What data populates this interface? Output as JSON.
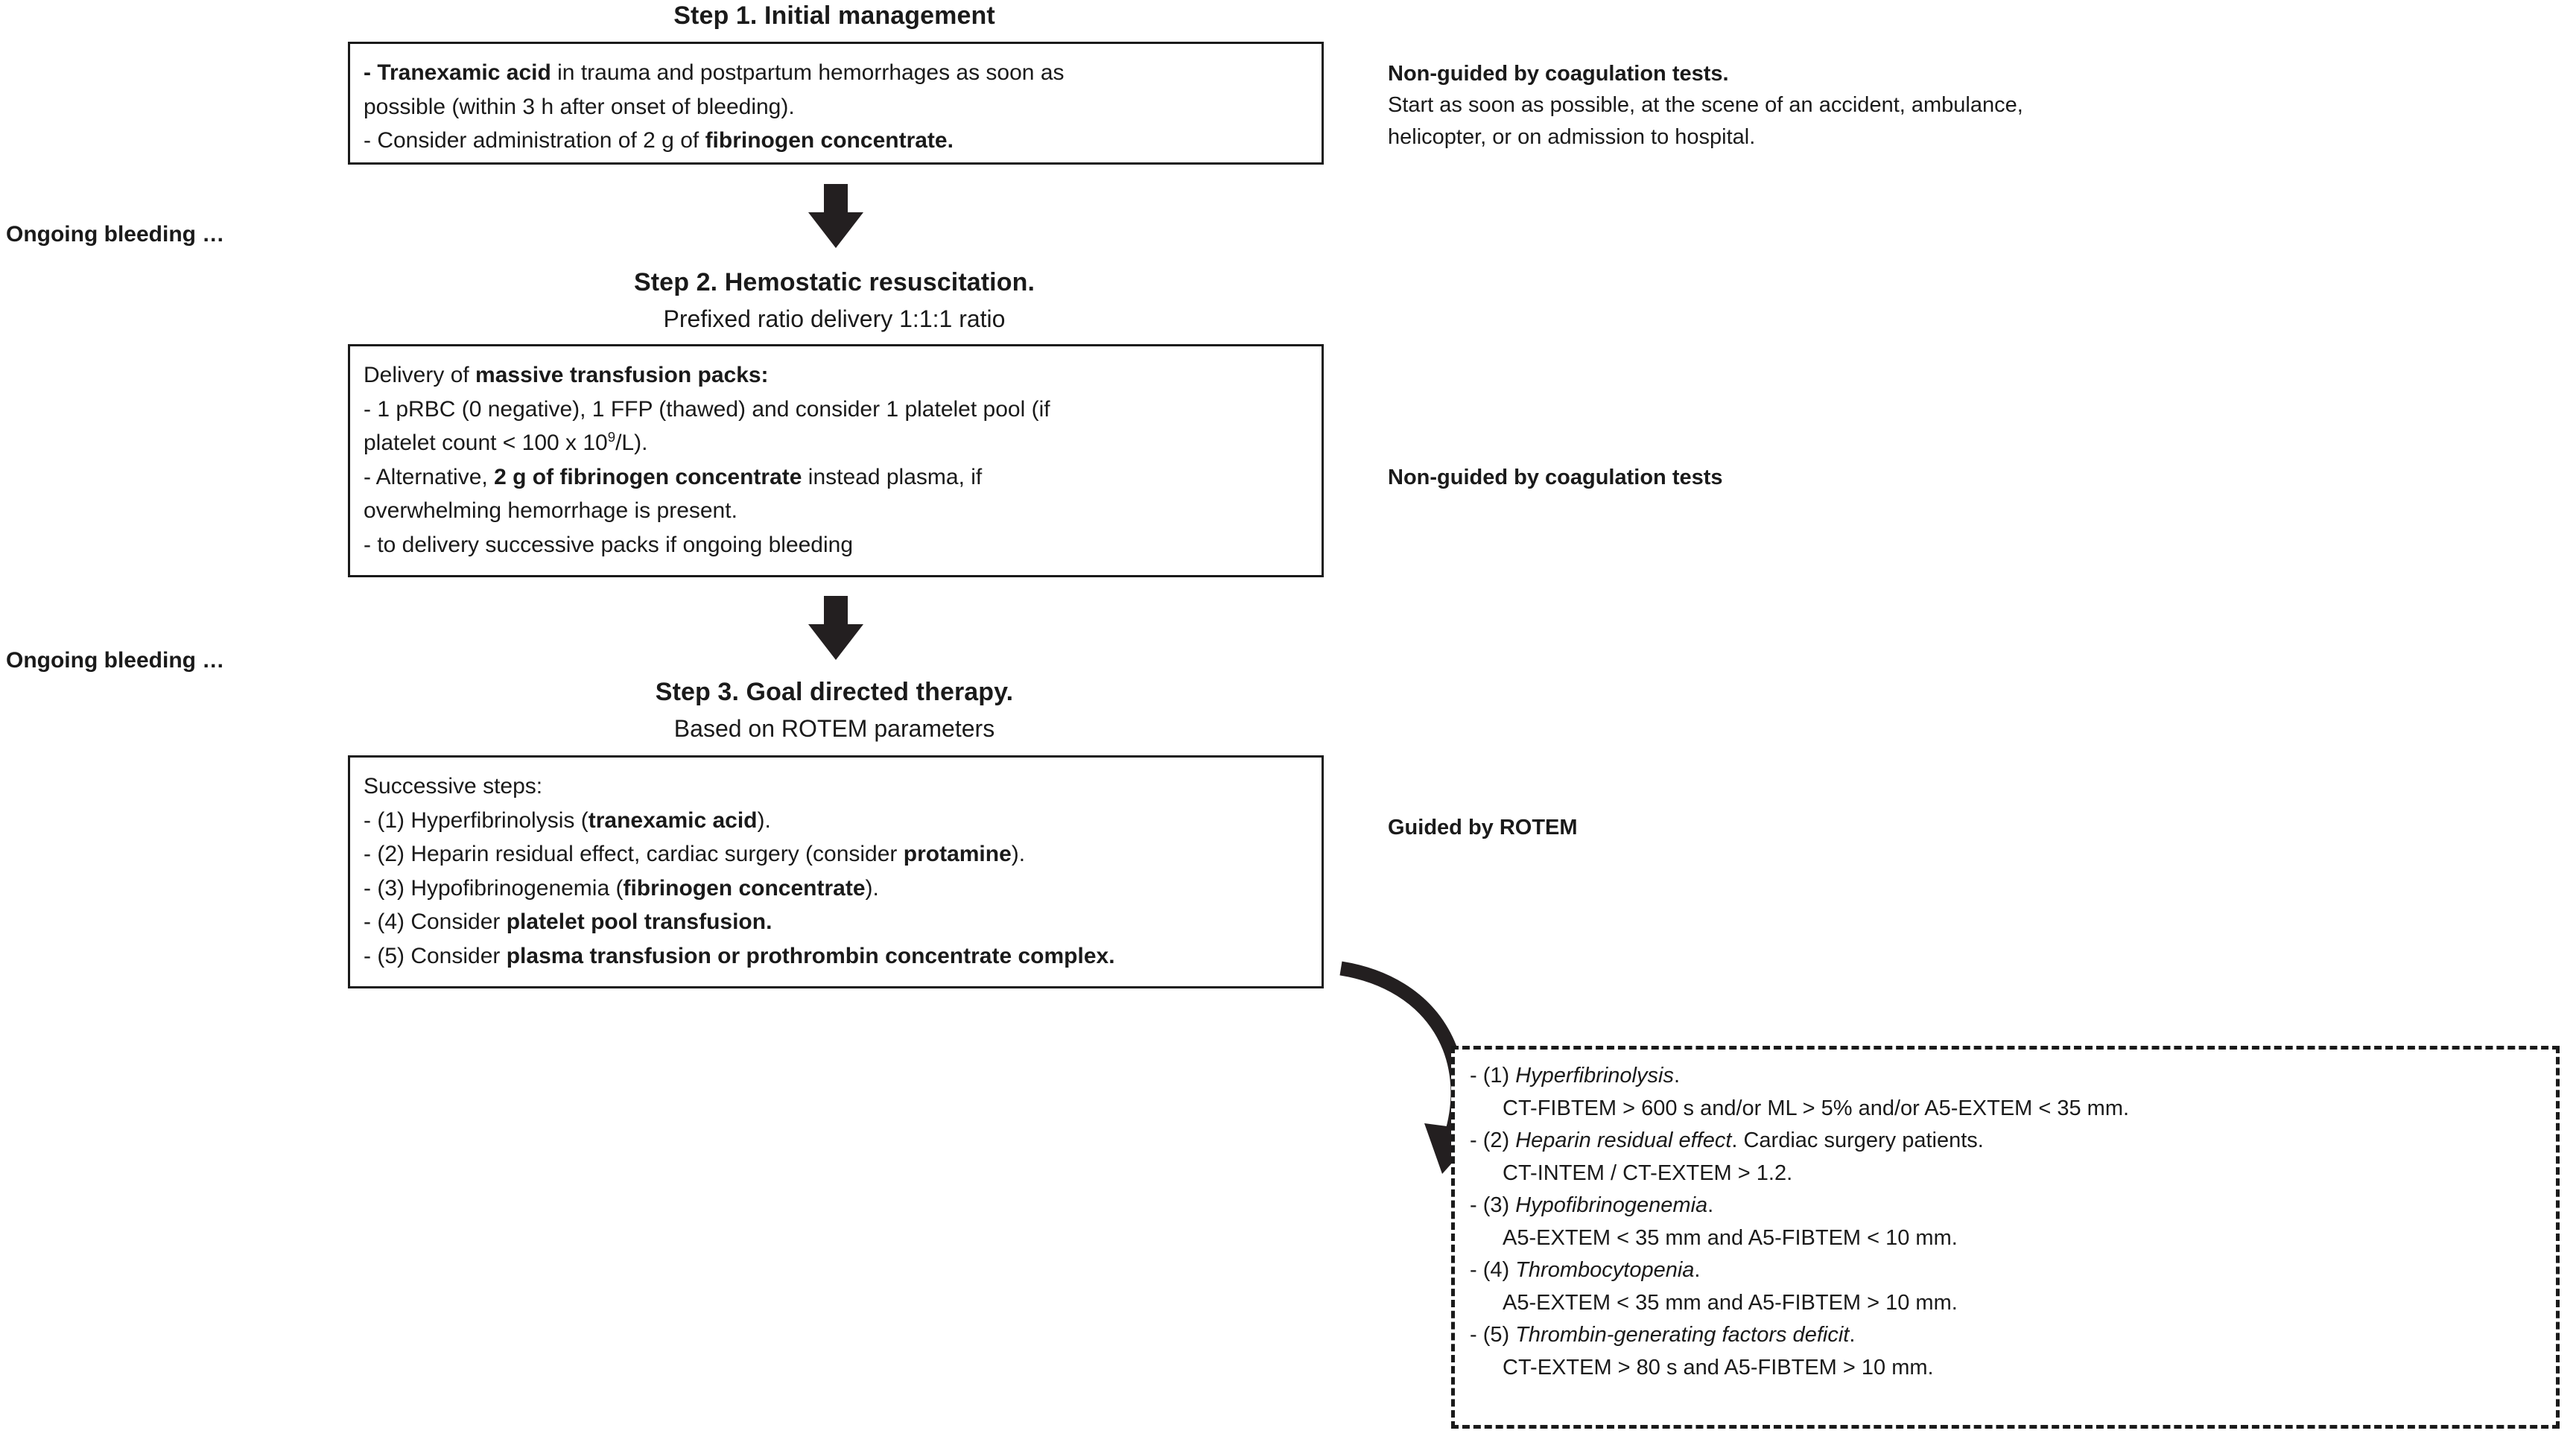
{
  "figure": {
    "title_semantic": "massive-bleeding-management-algorithm"
  },
  "left_labels": {
    "ongoing_1": "Ongoing bleeding …",
    "ongoing_2": "Ongoing bleeding …"
  },
  "steps": [
    {
      "id": "step1",
      "heading_bold": "Step 1",
      "heading_rest": ". Initial management",
      "subtitle": "",
      "box_lines": [
        {
          "segments": [
            {
              "text": "- Tranexamic acid",
              "style": "bold"
            },
            {
              "text": " in trauma and postpartum hemorrhages as soon as",
              "style": "normal"
            }
          ]
        },
        {
          "segments": [
            {
              "text": "possible (within 3 h after onset of bleeding).",
              "style": "normal"
            }
          ]
        },
        {
          "segments": [
            {
              "text": "- Consider  administration of 2 g of ",
              "style": "normal"
            },
            {
              "text": "fibrinogen concentrate.",
              "style": "bold"
            }
          ]
        }
      ],
      "side_note": {
        "bold_line": "Non-guided by coagulation tests.",
        "body_lines": [
          "Start as soon as possible, at the scene of an accident, ambulance,",
          "helicopter, or on admission to hospital."
        ]
      }
    },
    {
      "id": "step2",
      "heading_bold": "Step 2",
      "heading_rest": ". Hemostatic resuscitation.",
      "subtitle": "Prefixed ratio delivery 1:1:1 ratio",
      "box_lines": [
        {
          "segments": [
            {
              "text": "Delivery of ",
              "style": "normal"
            },
            {
              "text": "massive transfusion packs:",
              "style": "bold"
            }
          ]
        },
        {
          "segments": [
            {
              "text": "- 1 pRBC (0 negative), 1 FFP (thawed) and consider 1 platelet pool (if",
              "style": "normal"
            }
          ]
        },
        {
          "segments": [
            {
              "text": "platelet count < 100 x 10",
              "style": "normal"
            },
            {
              "text": "9",
              "style": "sup"
            },
            {
              "text": "/L).",
              "style": "normal"
            }
          ]
        },
        {
          "segments": [
            {
              "text": "- Alternative, ",
              "style": "normal"
            },
            {
              "text": "2 g of fibrinogen concentrate",
              "style": "bold"
            },
            {
              "text": " instead plasma, if",
              "style": "normal"
            }
          ]
        },
        {
          "segments": [
            {
              "text": "overwhelming hemorrhage is present.",
              "style": "normal"
            }
          ]
        },
        {
          "segments": [
            {
              "text": "- to delivery successive packs if ongoing bleeding",
              "style": "normal"
            }
          ]
        }
      ],
      "side_note": {
        "bold_line": "Non-guided by coagulation tests",
        "body_lines": []
      }
    },
    {
      "id": "step3",
      "heading_bold": "Step 3",
      "heading_rest": ". Goal directed therapy.",
      "subtitle": "Based on ROTEM parameters",
      "box_lines": [
        {
          "segments": [
            {
              "text": "Successive steps:",
              "style": "normal"
            }
          ]
        },
        {
          "segments": [
            {
              "text": "- (1) Hyperfibrinolysis (",
              "style": "normal"
            },
            {
              "text": "tranexamic acid",
              "style": "bold"
            },
            {
              "text": ").",
              "style": "normal"
            }
          ]
        },
        {
          "segments": [
            {
              "text": "- (2) Heparin residual effect, cardiac surgery (consider ",
              "style": "normal"
            },
            {
              "text": "protamine",
              "style": "bold"
            },
            {
              "text": ").",
              "style": "normal"
            }
          ]
        },
        {
          "segments": [
            {
              "text": "- (3) Hypofibrinogenemia (",
              "style": "normal"
            },
            {
              "text": "fibrinogen concentrate",
              "style": "bold"
            },
            {
              "text": ").",
              "style": "normal"
            }
          ]
        },
        {
          "segments": [
            {
              "text": "- (4) Consider ",
              "style": "normal"
            },
            {
              "text": "platelet pool transfusion.",
              "style": "bold"
            }
          ]
        },
        {
          "segments": [
            {
              "text": "- (5) Consider ",
              "style": "normal"
            },
            {
              "text": "plasma transfusion or prothrombin concentrate complex.",
              "style": "bold"
            }
          ]
        }
      ],
      "side_note": {
        "bold_line": "Guided by ROTEM",
        "body_lines": []
      }
    }
  ],
  "rotem_criteria": {
    "items": [
      {
        "label_prefix": "- (1) ",
        "label_italic": "Hyperfibrinolysis",
        "label_suffix": ".",
        "detail": "CT-FIBTEM > 600 s and/or ML > 5% and/or A5-EXTEM < 35 mm."
      },
      {
        "label_prefix": "- (2) ",
        "label_italic": "Heparin residual effect",
        "label_suffix": ". Cardiac surgery patients.",
        "detail": "CT-INTEM / CT-EXTEM > 1.2."
      },
      {
        "label_prefix": "- (3) ",
        "label_italic": "Hypofibrinogenemia",
        "label_suffix": ".",
        "detail": "A5-EXTEM < 35 mm and A5-FIBTEM < 10 mm."
      },
      {
        "label_prefix": "- (4) ",
        "label_italic": "Thrombocytopenia",
        "label_suffix": ".",
        "detail": "A5-EXTEM < 35 mm and A5-FIBTEM > 10 mm."
      },
      {
        "label_prefix": "- (5) ",
        "label_italic": "Thrombin-generating factors deficit",
        "label_suffix": ".",
        "detail": "CT-EXTEM > 80 s and A5-FIBTEM > 10 mm."
      }
    ]
  },
  "colors": {
    "ink": "#1a1a1a",
    "arrow": "#231f20",
    "background": "#ffffff"
  }
}
